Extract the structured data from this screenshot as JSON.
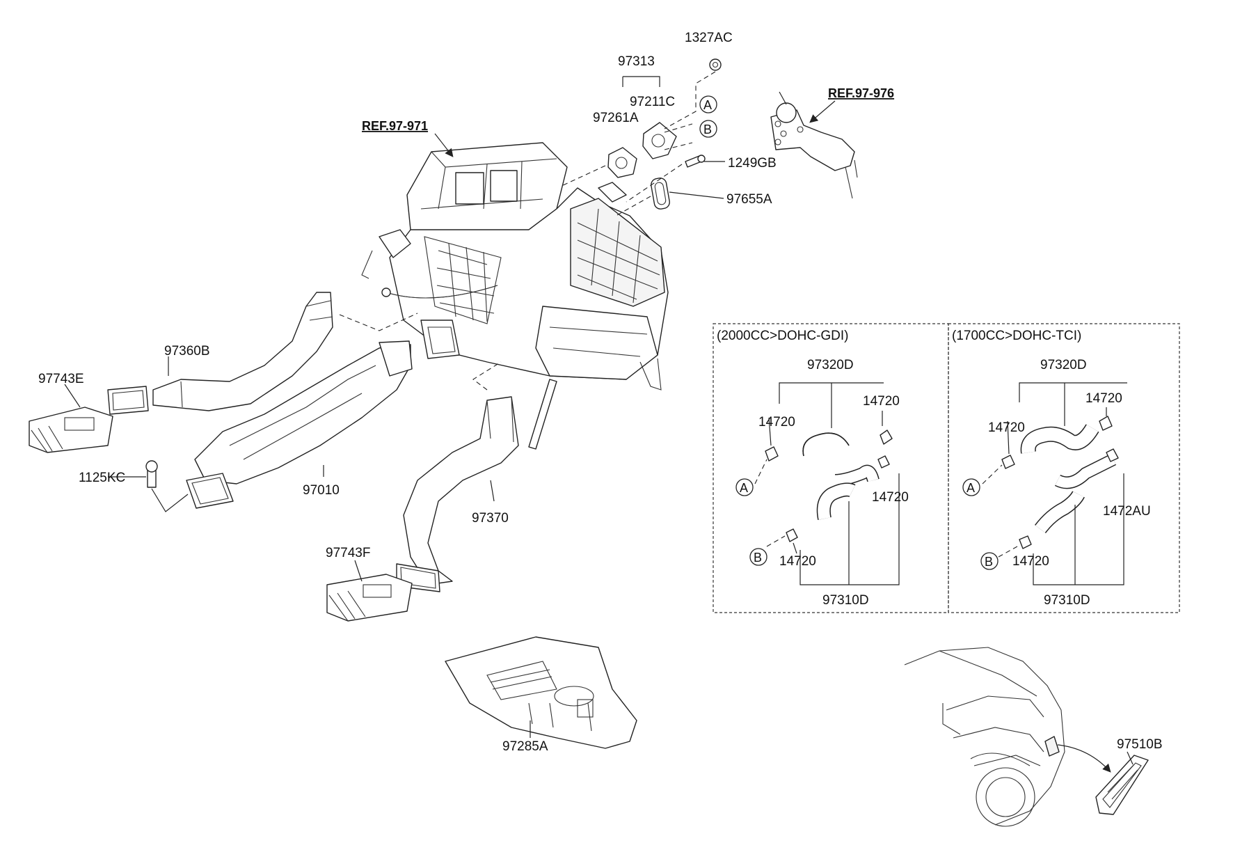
{
  "refs": {
    "hvac": "REF.97-971",
    "heater": "REF.97-976"
  },
  "labels": {
    "p1327AC": "1327AC",
    "p97313": "97313",
    "p97211C": "97211C",
    "p97261A": "97261A",
    "p1249GB": "1249GB",
    "p97655A": "97655A",
    "p97360B": "97360B",
    "p97743E": "97743E",
    "p1125KC": "1125KC",
    "p97010": "97010",
    "p97370": "97370",
    "p97743F": "97743F",
    "p97285A": "97285A",
    "p97510B": "97510B"
  },
  "markers": {
    "a": "A",
    "b": "B"
  },
  "box_gdi": {
    "title": "(2000CC>DOHC-GDI)",
    "p97320D": "97320D",
    "p14720_a": "14720",
    "p14720_b": "14720",
    "p14720_c": "14720",
    "p14720_d": "14720",
    "p97310D": "97310D"
  },
  "box_tci": {
    "title": "(1700CC>DOHC-TCI)",
    "p97320D": "97320D",
    "p14720_a": "14720",
    "p14720_b": "14720",
    "p1472AU": "1472AU",
    "p14720_c": "14720",
    "p97310D": "97310D"
  }
}
